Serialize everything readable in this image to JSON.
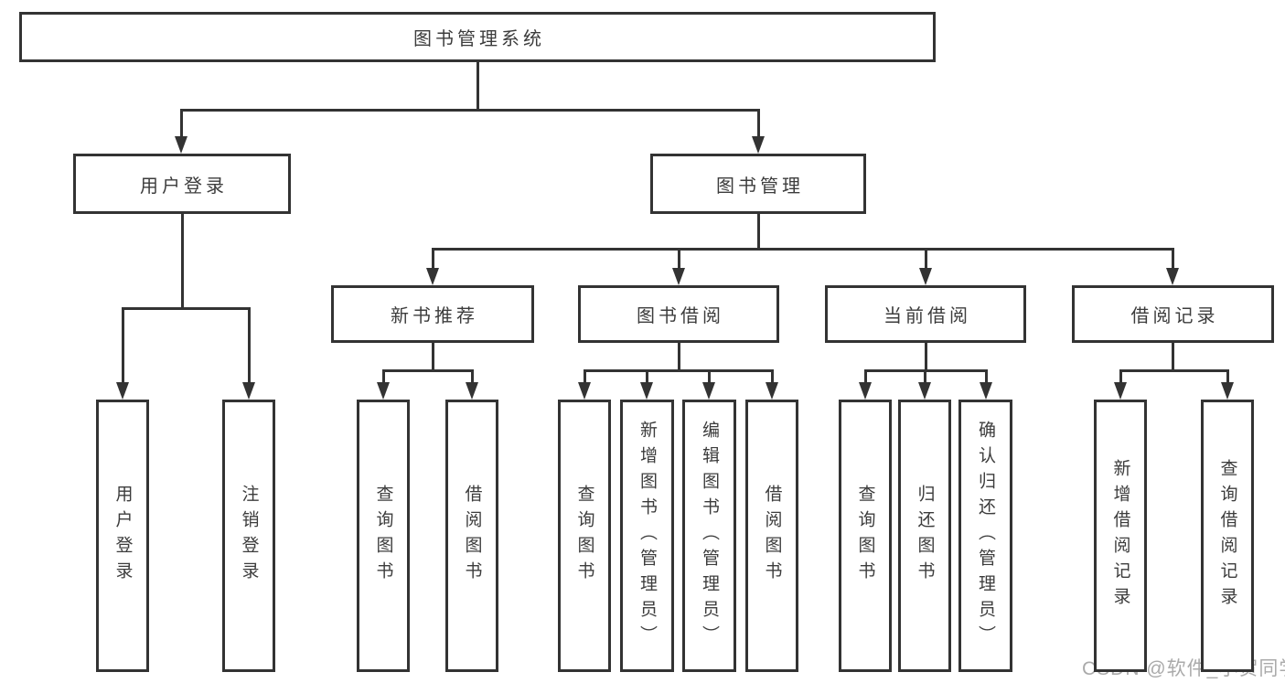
{
  "diagram_title": "图书管理系统",
  "nodes": {
    "root": "图书管理系统",
    "user_login": "用户登录",
    "book_mgmt": "图书管理",
    "new_book_rec": "新书推荐",
    "book_borrow": "图书借阅",
    "current_borrow": "当前借阅",
    "borrow_record": "借阅记录",
    "leaf_user_login": "用户登录",
    "leaf_logout": "注销登录",
    "leaf_query_book_a": "查询图书",
    "leaf_borrow_book_a": "借阅图书",
    "leaf_query_book_b": "查询图书",
    "leaf_add_book_admin": "新增图书（管理员）",
    "leaf_edit_book_admin": "编辑图书（管理员）",
    "leaf_borrow_book_b": "借阅图书",
    "leaf_query_book_c": "查询图书",
    "leaf_return_book": "归还图书",
    "leaf_confirm_return_admin": "确认归还（管理员）",
    "leaf_add_borrow_record": "新增借阅记录",
    "leaf_query_borrow_record": "查询借阅记录"
  },
  "watermark": "CSDN @软件_小贺同学",
  "colors": {
    "line": "#333333",
    "node_fill": "#ffffff",
    "node_border": "#333333",
    "watermark": "#aaaaaa"
  }
}
